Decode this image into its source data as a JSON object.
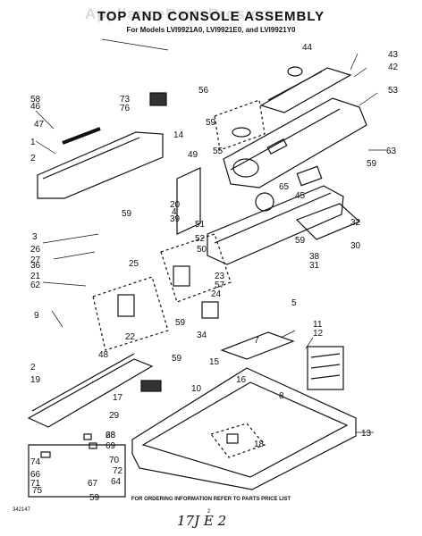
{
  "watermark": "AppliancePartsPros.com",
  "title": "TOP AND CONSOLE ASSEMBLY",
  "subtitle": "For Models LVI9921A0, LVI9921E0, and LVI9921Y0",
  "footer": "FOR ORDERING INFORMATION REFER TO PARTS PRICE LIST",
  "doc_number": "342147",
  "page_number": "2",
  "handwritten_note": "17J E 2",
  "part_labels": [
    "1",
    "2",
    "2",
    "3",
    "4",
    "5",
    "7",
    "8",
    "9",
    "10",
    "11",
    "12",
    "13",
    "14",
    "15",
    "16",
    "17",
    "18",
    "19",
    "20",
    "21",
    "22",
    "23",
    "24",
    "25",
    "26",
    "27",
    "28",
    "29",
    "30",
    "31",
    "32",
    "34",
    "36",
    "38",
    "39",
    "42",
    "43",
    "44",
    "45",
    "46",
    "47",
    "48",
    "49",
    "50",
    "51",
    "52",
    "53",
    "55",
    "56",
    "57",
    "58",
    "59",
    "59",
    "59",
    "59",
    "59",
    "59",
    "59",
    "62",
    "63",
    "64",
    "65",
    "66",
    "67",
    "68",
    "69",
    "70",
    "71",
    "72",
    "73",
    "74",
    "75",
    "76"
  ],
  "colors": {
    "line": "#111111",
    "watermark": "#969696"
  }
}
